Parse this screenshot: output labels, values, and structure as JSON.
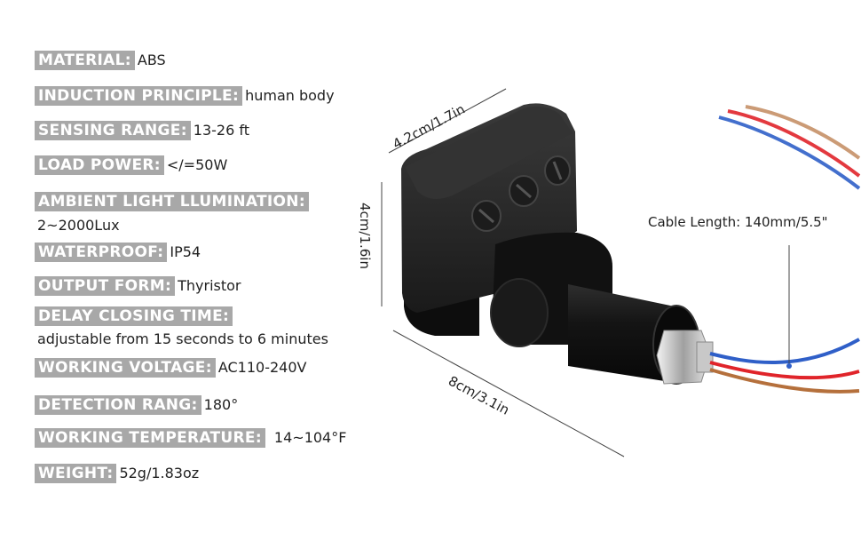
{
  "specs": [
    {
      "label": "MATERIAL:",
      "value": "ABS"
    },
    {
      "label": "INDUCTION PRINCIPLE:",
      "value": "human body"
    },
    {
      "label": "SENSING RANGE:",
      "value": "13-26 ft"
    },
    {
      "label": "LOAD POWER:",
      "value": "</=50W"
    },
    {
      "label": "AMBIENT LIGHT LLUMINATION:",
      "value": "2~2000Lux"
    },
    {
      "label": "WATERPROOF:",
      "value": "IP54"
    },
    {
      "label": "OUTPUT FORM:",
      "value": "Thyristor"
    },
    {
      "label": "DELAY CLOSING TIME:",
      "value": "adjustable from 15 seconds to 6 minutes"
    },
    {
      "label": "WORKING VOLTAGE:",
      "value": "AC110-240V"
    },
    {
      "label": "DETECTION RANG:",
      "value": "180°"
    },
    {
      "label": "WORKING TEMPERATURE:",
      "value": "14~104°F"
    },
    {
      "label": "WEIGHT:",
      "value": "52g/1.83oz"
    }
  ],
  "product": {
    "dim_width": "4.2cm/1.7in",
    "dim_height": "4cm/1.6in",
    "dim_length": "8cm/3.1in",
    "cable_length": "Cable Length: 140mm/5.5\""
  },
  "colors": {
    "label_bg": "#a8a8a8",
    "label_text": "#ffffff",
    "device": "#151515",
    "wire_blue": "#2f5fc8",
    "wire_red": "#e0242a",
    "wire_brown": "#b5703c"
  }
}
